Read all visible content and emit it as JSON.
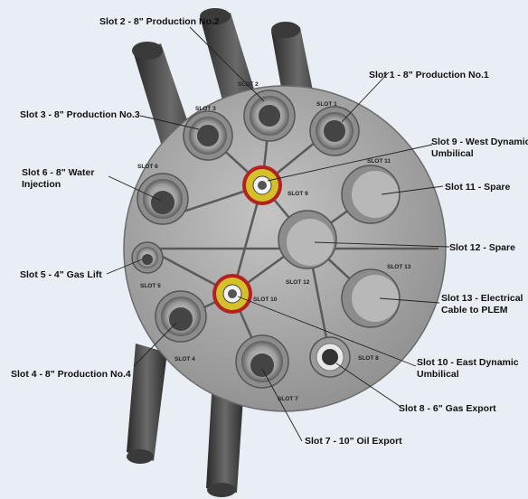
{
  "callouts": {
    "slot1": "Slot 1 - 8\" Production No.1",
    "slot2": "Slot 2 - 8\" Production No.2",
    "slot3": "Slot 3 - 8\" Production No.3",
    "slot4": "Slot 4 - 8\" Production No.4",
    "slot5": "Slot 5 - 4\" Gas Lift",
    "slot6_line1": "Slot 6 - 8\" Water",
    "slot6_line2": "Injection",
    "slot7": "Slot 7 - 10\" Oil Export",
    "slot8": "Slot 8 - 6\" Gas Export",
    "slot9_line1": "Slot 9 - West Dynamic",
    "slot9_line2": "Umbilical",
    "slot10_line1": "Slot 10 - East Dynamic",
    "slot10_line2": "Umbilical",
    "slot11": "Slot 11 - Spare",
    "slot12": "Slot 12 - Spare",
    "slot13_line1": "Slot 13 - Electrical",
    "slot13_line2": "Cable to PLEM"
  },
  "slot_labels": {
    "s1": "SLOT 1",
    "s2": "SLOT 2",
    "s3": "SLOT 3",
    "s4": "SLOT 4",
    "s5": "SLOT 5",
    "s6": "SLOT 6",
    "s7": "SLOT 7",
    "s8": "SLOT 8",
    "s9": "SLOT 9",
    "s10": "SLOT 10",
    "s11": "SLOT 11",
    "s12": "SLOT 12",
    "s13": "SLOT 13"
  },
  "colors": {
    "plate": "#a9a9a9",
    "umbilical_ring": "#b22222",
    "umbilical_fill": "#d4c02a"
  }
}
